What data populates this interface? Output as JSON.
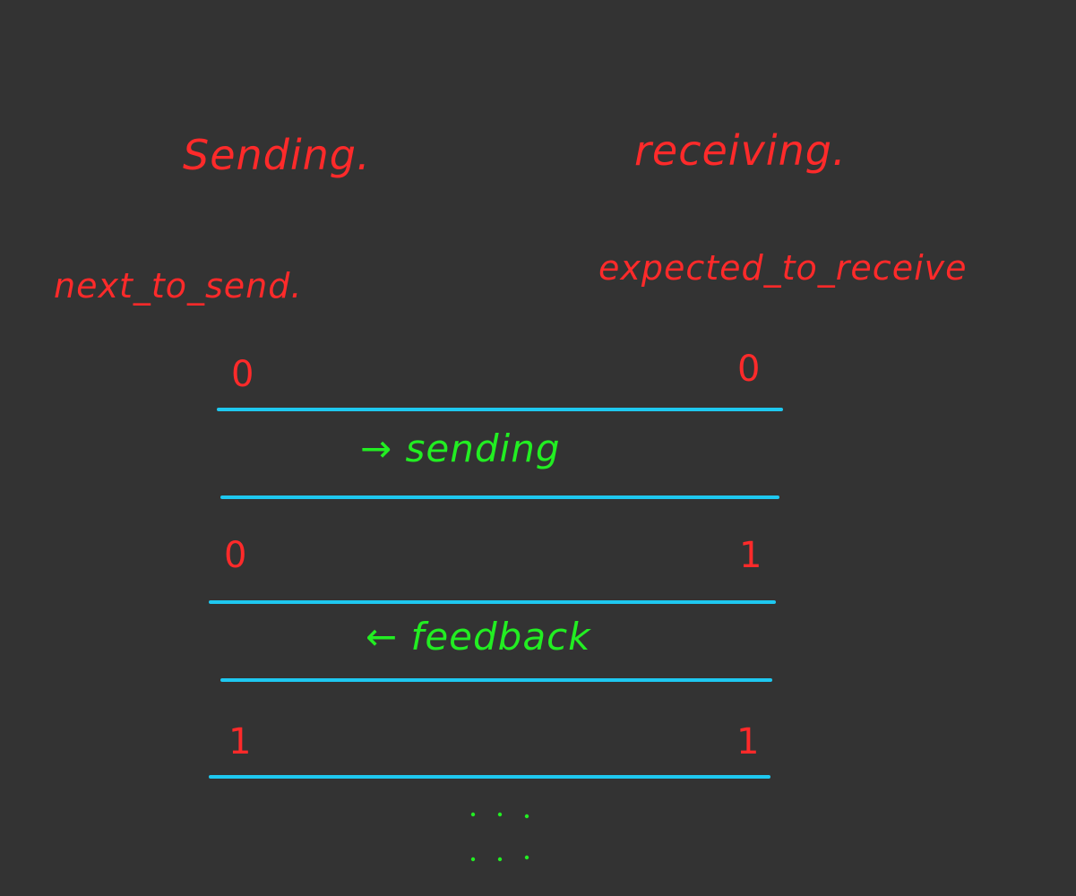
{
  "headings": {
    "sender": "Sending.",
    "receiver": "receiving."
  },
  "variables": {
    "sender": "next_to_send.",
    "receiver": "expected_to_receive"
  },
  "rows": [
    {
      "sender_value": "0",
      "receiver_value": "0"
    },
    {
      "sender_value": "0",
      "receiver_value": "1"
    },
    {
      "sender_value": "1",
      "receiver_value": "1"
    }
  ],
  "messages": {
    "sending": "→ sending",
    "feedback": "← feedback"
  },
  "colors": {
    "background": "#333333",
    "label": "#ff2a2a",
    "message": "#22ee22",
    "line": "#1ec8f0"
  }
}
